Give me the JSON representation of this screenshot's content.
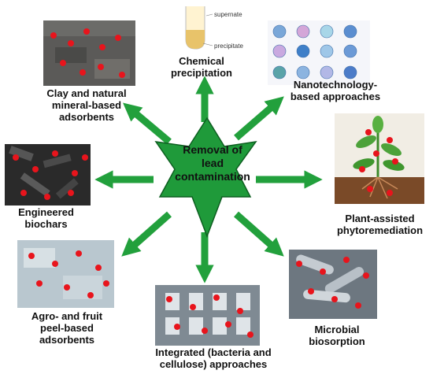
{
  "center": {
    "line1": "Removal of",
    "line2": "lead",
    "line3": "contamination"
  },
  "tube": {
    "top_label": "supernate",
    "bottom_label": "precipitate"
  },
  "labels": {
    "chemical": [
      "Chemical",
      "precipitation"
    ],
    "nano": [
      "Nanotechnology-",
      "based approaches"
    ],
    "clay": [
      "Clay and natural",
      "mineral-based",
      "adsorbents"
    ],
    "biochar": [
      "Engineered",
      "biochars"
    ],
    "plant": [
      "Plant-assisted",
      "phytoremediation"
    ],
    "agro": [
      "Agro- and fruit",
      "peel-based",
      "adsorbents"
    ],
    "integrated": [
      "Integrated (bacteria and",
      "cellulose) approaches"
    ],
    "microbial": [
      "Microbial",
      "biosorption"
    ]
  },
  "colors": {
    "star_fill": "#1f9a3a",
    "star_stroke": "#0d5e20",
    "arrow": "#22a03c",
    "dot": "#e8141c"
  }
}
